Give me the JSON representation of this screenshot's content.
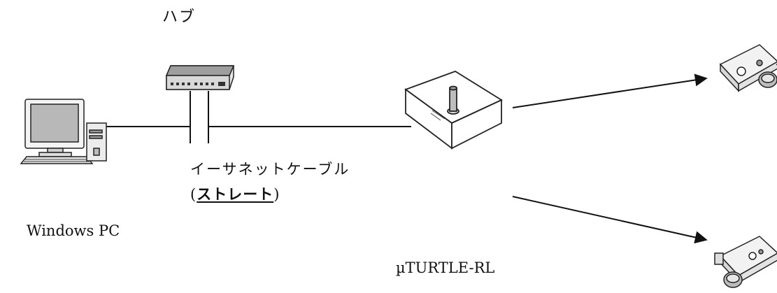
{
  "labels": {
    "hub": "ハブ",
    "cable": "イーサネットケーブル",
    "cable_paren_open": "(",
    "cable_type": "ストレート",
    "cable_paren_close": ")",
    "pc": "Windows PC",
    "device": "µTURTLE-RL"
  },
  "icons": [
    "desktop-pc-icon",
    "network-hub-icon",
    "uturtle-device-icon",
    "sensor-device-icon"
  ],
  "colors": {
    "line": "#111111",
    "background": "#ffffff"
  }
}
